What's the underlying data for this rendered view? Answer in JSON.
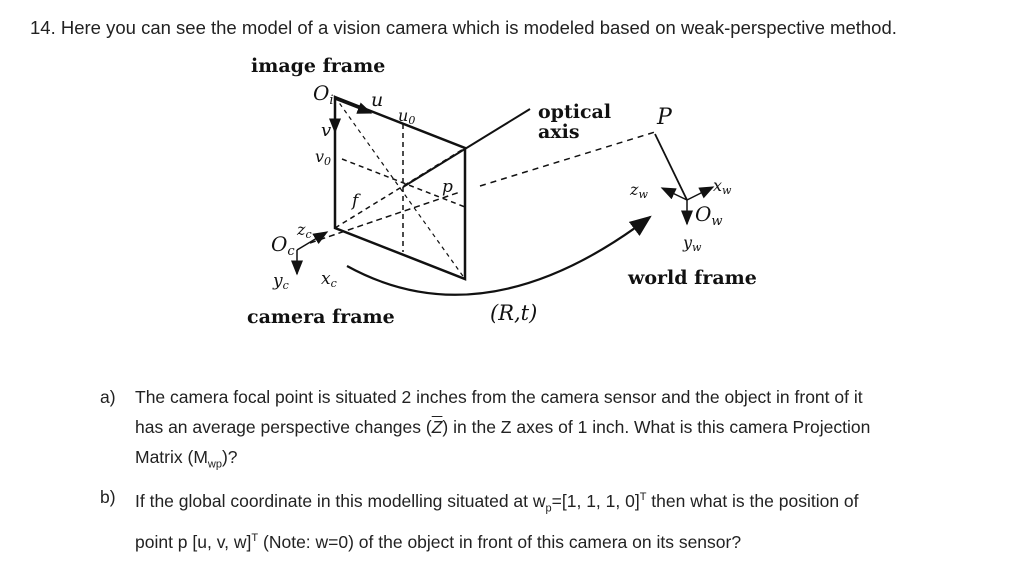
{
  "question": {
    "text": "14. Here you can see the model of a vision camera which is modeled based on weak-perspective method."
  },
  "figure": {
    "image_frame": "image frame",
    "camera_frame": "camera frame",
    "world_frame": "world frame",
    "optical_axis_1": "optical",
    "optical_axis_2": "axis",
    "Oi": "O",
    "Oi_sub": "i",
    "u": "u",
    "u0": "u",
    "u0_sub": "0",
    "v": "v",
    "v0": "v",
    "v0_sub": "0",
    "f": "f",
    "p": "p",
    "P": "P",
    "Oc": "O",
    "Oc_sub": "c",
    "zc": "z",
    "zc_sub": "c",
    "yc": "y",
    "yc_sub": "c",
    "xc": "x",
    "xc_sub": "c",
    "zw": "z",
    "zw_sub": "w",
    "xw": "x",
    "xw_sub": "w",
    "Ow": "O",
    "Ow_sub": "w",
    "yw": "y",
    "yw_sub": "w",
    "Rt": "(R,t)"
  },
  "part_a": {
    "label": "a)",
    "line1": "The camera focal point is situated 2 inches from the camera sensor and the object in front of it",
    "line2_pre": "has an average perspective changes (",
    "zbar": "Z",
    "line2_post": ") in the Z axes of 1 inch. What is this camera Projection",
    "line3_pre": "Matrix (M",
    "line3_sub": "wp",
    "line3_post": ")?"
  },
  "part_b": {
    "label": "b)",
    "line1_pre": "If the global coordinate in this modelling situated at w",
    "line1_sub": "p",
    "line1_mid": "=[1, 1, 1, 0]",
    "line1_sup": "T",
    "line1_post": " then what is the position of",
    "line2_pre": "point p [u, v, w]",
    "line2_sup": "T",
    "line2_post": " (Note: w=0) of the object in front of this camera on its sensor?"
  }
}
